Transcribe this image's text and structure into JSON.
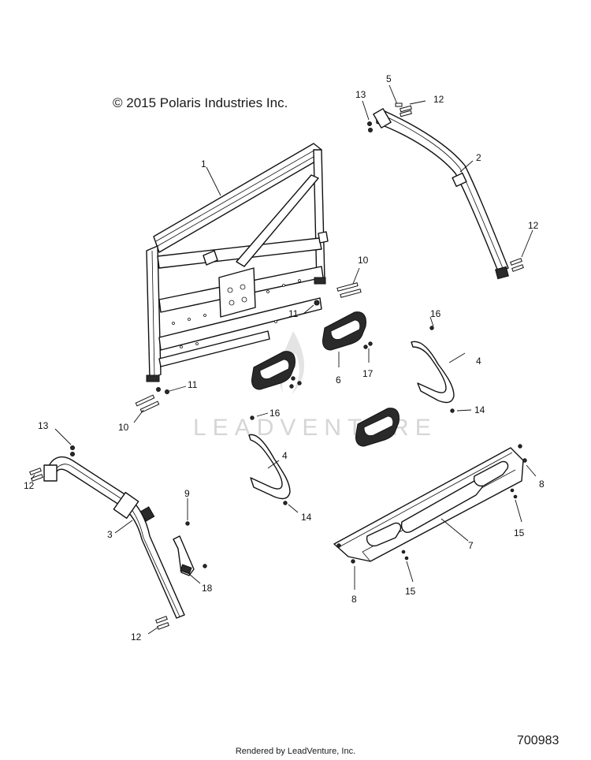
{
  "copyright": "© 2015 Polaris Industries Inc.",
  "watermark": "LEADVENTURE",
  "footer": "Rendered by LeadVenture, Inc.",
  "doc_number": "700983",
  "callouts": {
    "c1": "1",
    "c2": "2",
    "c3": "3",
    "c4a": "4",
    "c4b": "4",
    "c5": "5",
    "c6": "6",
    "c7": "7",
    "c8a": "8",
    "c8b": "8",
    "c9": "9",
    "c10a": "10",
    "c10b": "10",
    "c11a": "11",
    "c11b": "11",
    "c12a": "12",
    "c12b": "12",
    "c12c": "12",
    "c12d": "12",
    "c13a": "13",
    "c13b": "13",
    "c14a": "14",
    "c14b": "14",
    "c15a": "15",
    "c15b": "15",
    "c16a": "16",
    "c16b": "16",
    "c17": "17",
    "c18": "18"
  }
}
